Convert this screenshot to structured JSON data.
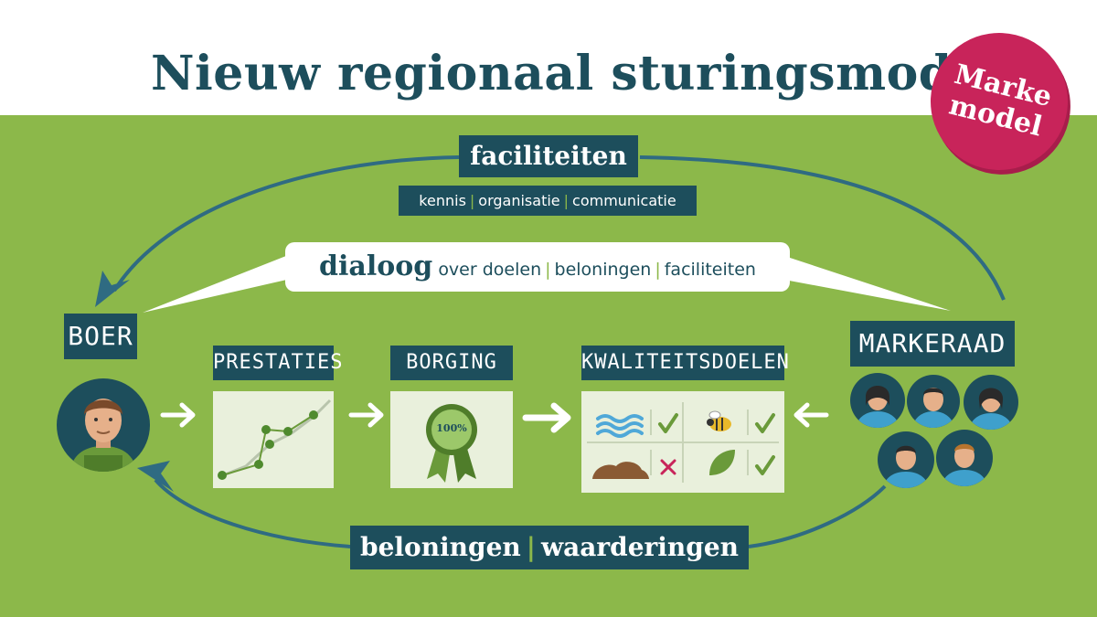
{
  "header": {
    "title": "Nieuw regionaal sturingsmodel"
  },
  "badge": {
    "line1": "Marke",
    "line2": "model"
  },
  "top": {
    "title": "faciliteiten",
    "sub": [
      "kennis",
      "organisatie",
      "communicatie"
    ]
  },
  "dialog": {
    "bold": "dialoog",
    "rest": "over doelen",
    "item2": "beloningen",
    "item3": "faciliteiten"
  },
  "actors": {
    "left": "BOER",
    "right": "MARKERAAD"
  },
  "steps": {
    "prestaties": "PRESTATIES",
    "borging": "BORGING",
    "kwaliteitsdoelen": "KWALITEITSDOELEN"
  },
  "seal": {
    "text": "100%"
  },
  "bottom": {
    "left": "beloningen",
    "right": "waarderingen"
  },
  "colors": {
    "dark": "#1d4e5c",
    "green": "#8cb84a",
    "pink": "#c8245a",
    "card": "#e9f0dc"
  }
}
